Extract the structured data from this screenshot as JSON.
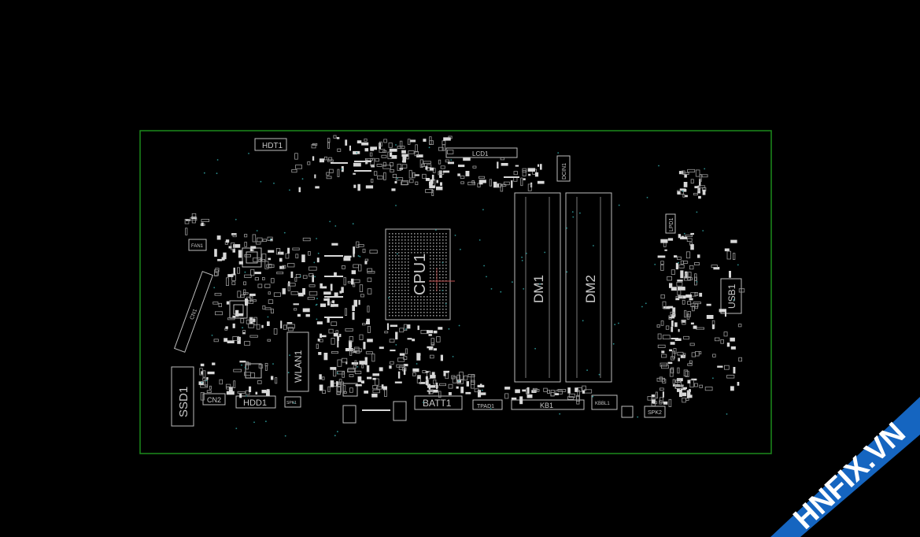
{
  "board": {
    "outline_color": "#1c8a1c",
    "silk_color": "#bdbdbd",
    "background": "#000000",
    "labels": {
      "hdt1": "HDT1",
      "lcd1": "LCD1",
      "dcin1": "DCIN1",
      "fan1": "FAN1",
      "cpu1": "CPU1",
      "dm1": "DM1",
      "dm2": "DM2",
      "lpd1": "LPD1",
      "usb1": "USB1",
      "cn1": "CN1",
      "wlan1": "WLAN1",
      "ssd1": "SSD1",
      "cn2": "CN2",
      "hdd1": "HDD1",
      "spk1": "SPK1",
      "batt1": "BATT1",
      "tpad1": "TPAD1",
      "kb1": "KB1",
      "kbbl1": "KBBL1",
      "spk2": "SPK2"
    }
  },
  "watermark": {
    "text": "HNFIX.VN",
    "band_color": "#1565c0",
    "x_color": "#e53935"
  }
}
